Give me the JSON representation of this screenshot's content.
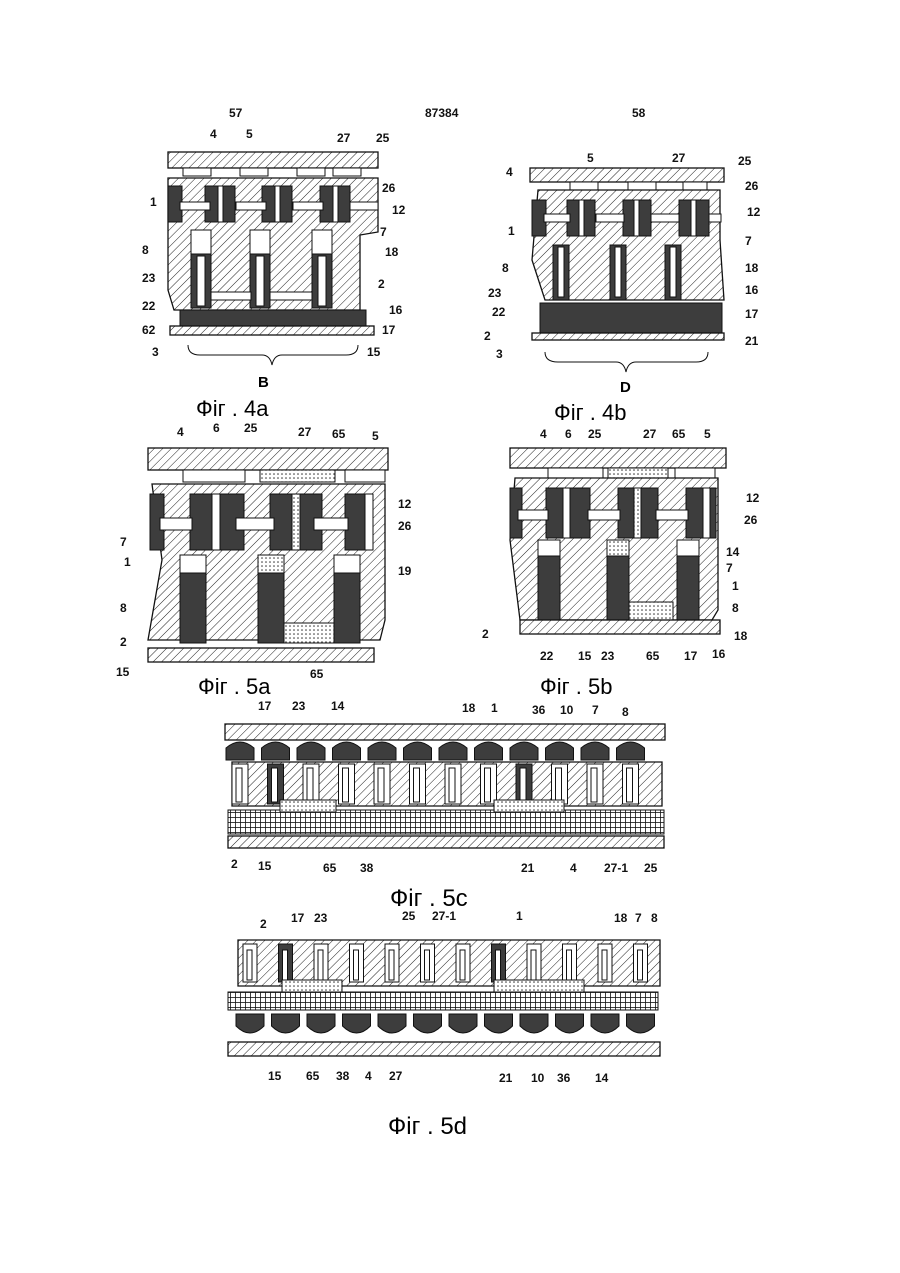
{
  "header": {
    "left_page": "57",
    "doc_number": "87384",
    "right_page": "58"
  },
  "figures": [
    {
      "id": "fig4a",
      "caption": "Фіг . 4a",
      "group_label": "B",
      "labels": [
        "4",
        "5",
        "27",
        "25",
        "26",
        "1",
        "12",
        "7",
        "8",
        "18",
        "23",
        "2",
        "22",
        "16",
        "62",
        "17",
        "3",
        "15"
      ]
    },
    {
      "id": "fig4b",
      "caption": "Фіг . 4b",
      "group_label": "D",
      "labels": [
        "5",
        "27",
        "25",
        "4",
        "26",
        "12",
        "1",
        "7",
        "8",
        "18",
        "23",
        "16",
        "22",
        "17",
        "2",
        "3",
        "21"
      ]
    },
    {
      "id": "fig5a",
      "caption": "Фіг . 5a",
      "labels": [
        "4",
        "6",
        "25",
        "27",
        "65",
        "5",
        "12",
        "26",
        "7",
        "19",
        "1",
        "8",
        "2",
        "15",
        "65"
      ]
    },
    {
      "id": "fig5b",
      "caption": "Фіг . 5b",
      "labels": [
        "4",
        "6",
        "25",
        "27",
        "65",
        "5",
        "12",
        "26",
        "14",
        "7",
        "1",
        "8",
        "2",
        "18",
        "22",
        "15",
        "23",
        "65",
        "17",
        "16"
      ]
    },
    {
      "id": "fig5c",
      "caption": "Фіг . 5c",
      "labels": [
        "17",
        "23",
        "14",
        "18",
        "1",
        "36",
        "10",
        "7",
        "8",
        "2",
        "15",
        "65",
        "38",
        "21",
        "4",
        "27-1",
        "25"
      ]
    },
    {
      "id": "fig5d",
      "caption": "Фіг . 5d",
      "labels": [
        "2",
        "17",
        "23",
        "25",
        "27-1",
        "1",
        "18",
        "7",
        "8",
        "15",
        "65",
        "38",
        "4",
        "27",
        "21",
        "10",
        "36",
        "14"
      ]
    }
  ]
}
